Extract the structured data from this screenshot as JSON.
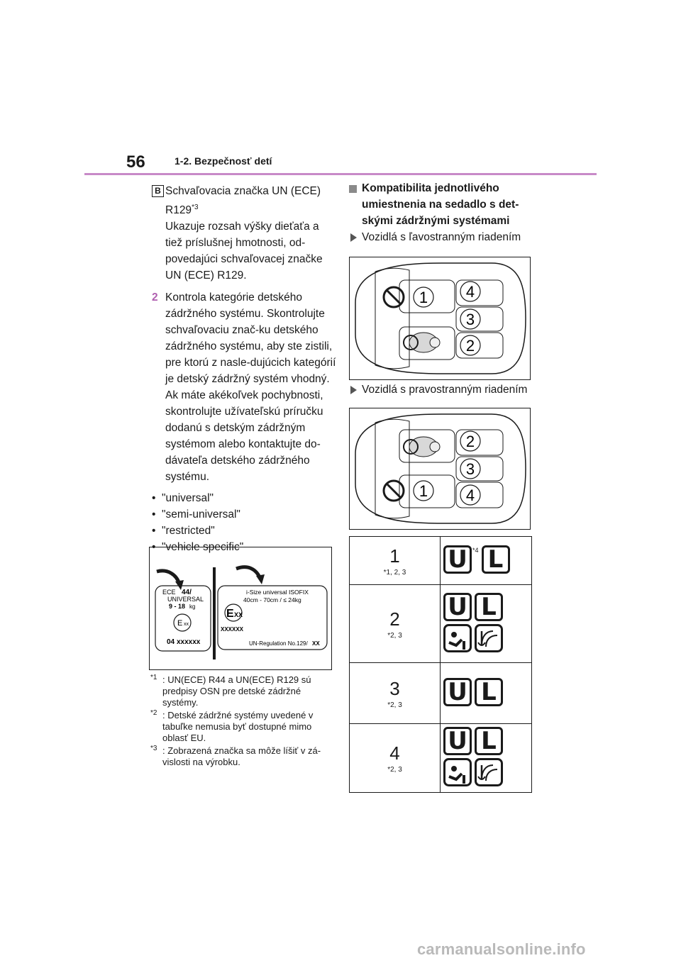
{
  "header": {
    "page_number": "56",
    "section": "1-2. Bezpečnosť detí"
  },
  "left": {
    "badge": "B",
    "b_title": "Schvaľovacia značka UN (ECE) R129",
    "b_title_sup": "*3",
    "b_desc": "Ukazuje rozsah výšky dieťaťa a tiež príslušnej hmotnosti, od-povedajúci schvaľovacej značke UN (ECE) R129.",
    "item2_num": "2",
    "item2_text": "Kontrola kategórie detského zádržného systému. Skontrolujte schvaľovaciu znač-ku detského zádržného systému, aby ste zistili, pre ktorú z nasle-dujúcich kategórií je detský zádržný systém vhodný. Ak máte akékoľvek pochybnosti, skontrolujte užívateľskú príručku dodanú s detským zádržným systémom alebo kontaktujte do-dávateľa detského zádržného systému.",
    "bullets": [
      "\"universal\"",
      "\"semi-universal\"",
      "\"restricted\"",
      "\"vehicle specific\""
    ]
  },
  "labels": {
    "r44_line1": "ECE",
    "r44_line1b": "44/",
    "r44_line2": "UNIVERSAL",
    "r44_line3": "9 - 18",
    "r44_kg": "kg",
    "r44_emark": "E",
    "r44_code": "04",
    "r129_line1": "i-Size universal ISOFIX",
    "r129_line2": "40cm - 70cm / ≤ 24kg",
    "r129_emark": "E",
    "r129_reg": "UN-Regulation No.129/"
  },
  "footnotes": [
    {
      "mark": "*1",
      "text": ": UN(ECE) R44 a UN(ECE) R129 sú predpisy OSN pre detské zádržné systémy."
    },
    {
      "mark": "*2",
      "text": ": Detské zádržné systémy uvedené v tabuľke nemusia byť dostupné mimo oblasť EU."
    },
    {
      "mark": "*3",
      "text": ": Zobrazená značka sa môže líšiť v zá-vislosti na výrobku."
    }
  ],
  "right": {
    "heading": "Kompatibilita jednotlivého umiestnenia na sedadlo s det-skými zádržnými systémami",
    "lhd": "Vozidlá s ľavostranným riadením",
    "rhd": "Vozidlá s pravostranným riadením"
  },
  "diagram_lhd": {
    "front": "1",
    "rear_top": "4",
    "rear_mid": "3",
    "rear_bottom": "2"
  },
  "diagram_rhd": {
    "front": "1",
    "rear_top": "2",
    "rear_mid": "3",
    "rear_bottom": "4"
  },
  "table": [
    {
      "seat": "1",
      "note": "*1, 2, 3",
      "symbols": [
        "U",
        "L"
      ],
      "sym_note": "*4",
      "isofix": false
    },
    {
      "seat": "2",
      "note": "*2, 3",
      "symbols": [
        "U",
        "L"
      ],
      "sym_note": "",
      "isofix": true
    },
    {
      "seat": "3",
      "note": "*2, 3",
      "symbols": [
        "U",
        "L"
      ],
      "sym_note": "",
      "isofix": false
    },
    {
      "seat": "4",
      "note": "*2, 3",
      "symbols": [
        "U",
        "L"
      ],
      "sym_note": "",
      "isofix": true
    }
  ],
  "watermark": "carmanualsonline.info"
}
